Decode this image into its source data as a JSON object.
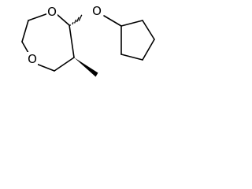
{
  "molecule": {
    "atoms": {
      "ring_oxygen_upper": "O",
      "ring_oxygen_lower": "O",
      "ether_oxygen": "O"
    }
  }
}
